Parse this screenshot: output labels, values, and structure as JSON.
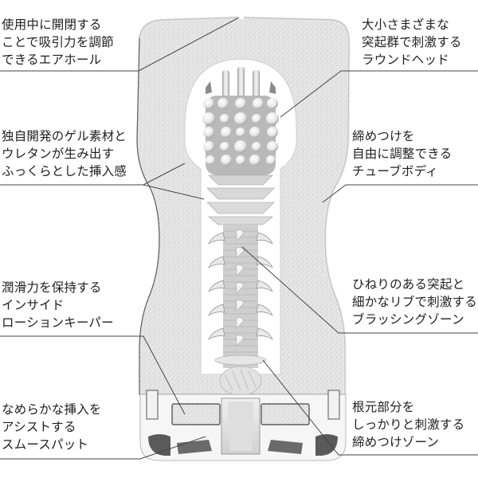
{
  "diagram": {
    "subject": "cutaway of a tube-type product showing internal structure",
    "colors": {
      "background": "#ffffff",
      "foam": "#e4e4e4",
      "outline": "#5a5a5a",
      "leader": "#444444",
      "text": "#1e1e1e",
      "inner_part": "#d8d8d8"
    },
    "callouts": [
      {
        "id": "air-hole",
        "side": "left",
        "lines": [
          "使用中に開閉する",
          "ことで吸引力を調節",
          "できるエアホール"
        ]
      },
      {
        "id": "round-head",
        "side": "right",
        "lines": [
          "大小さまざまな",
          "突起群で刺激する",
          "ラウンドヘッド"
        ]
      },
      {
        "id": "gel-urethane",
        "side": "left",
        "lines": [
          "独自開発のゲル素材と",
          "ウレタンが生み出す",
          "ふっくらとした挿入感"
        ]
      },
      {
        "id": "tube-body",
        "side": "right",
        "lines": [
          "締めつけを",
          "自由に調整できる",
          "チューブボディ"
        ]
      },
      {
        "id": "lotion-keeper",
        "side": "left",
        "lines": [
          "潤滑力を保持する",
          "インサイド",
          "ローションキーパー"
        ]
      },
      {
        "id": "brushing-zone",
        "side": "right",
        "lines": [
          "ひねりのある突起と",
          "細かなリブで刺激する",
          "ブラッシングゾーン"
        ]
      },
      {
        "id": "smooth-pad",
        "side": "left",
        "lines": [
          "なめらかな挿入を",
          "アシストする",
          "スムースパット"
        ]
      },
      {
        "id": "tightening-zone",
        "side": "right",
        "lines": [
          "根元部分を",
          "しっかりと刺激する",
          "締めつけゾーン"
        ]
      }
    ]
  }
}
